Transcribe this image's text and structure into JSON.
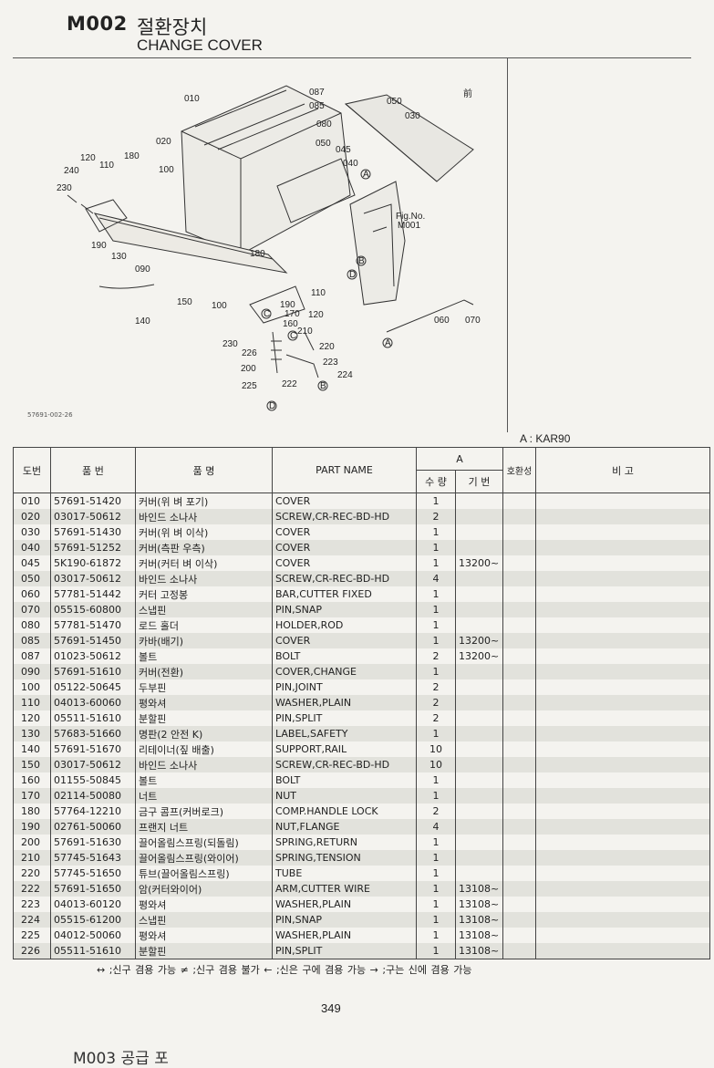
{
  "header": {
    "code": "M002",
    "title_ko": "절환장치",
    "title_en": "CHANGE COVER"
  },
  "diagram": {
    "labels": [
      "010",
      "087",
      "085",
      "080",
      "050",
      "030",
      "020",
      "045",
      "040",
      "120",
      "110",
      "180",
      "240",
      "230",
      "100",
      "190",
      "130",
      "090",
      "180",
      "150",
      "140",
      "100",
      "110",
      "190",
      "120",
      "170",
      "160",
      "210",
      "220",
      "230",
      "226",
      "200",
      "223",
      "224",
      "225",
      "222",
      "060",
      "070"
    ],
    "figref": [
      "Fig.No.",
      "M001"
    ],
    "markers": [
      "A",
      "B",
      "C",
      "D"
    ],
    "front": "前",
    "ref_code": "57691-002-26"
  },
  "model": "A : KAR90",
  "table": {
    "headers": {
      "ref": "도번",
      "part_no": "품  번",
      "name_ko": "품      명",
      "name_en": "PART  NAME",
      "group_a": "A",
      "qty": "수 량",
      "serial": "기 번",
      "compat": "호환성",
      "remarks": "비        고"
    },
    "rows": [
      {
        "ref": "010",
        "no": "57691-51420",
        "ko": "커버(위 벼 포기)",
        "en": "COVER",
        "qty": "1",
        "serial": ""
      },
      {
        "ref": "020",
        "no": "03017-50612",
        "ko": "바인드 소나사",
        "en": "SCREW,CR-REC-BD-HD",
        "qty": "2",
        "serial": ""
      },
      {
        "ref": "030",
        "no": "57691-51430",
        "ko": "커버(위 벼 이삭)",
        "en": "COVER",
        "qty": "1",
        "serial": ""
      },
      {
        "ref": "040",
        "no": "57691-51252",
        "ko": "커버(측판 우측)",
        "en": "COVER",
        "qty": "1",
        "serial": ""
      },
      {
        "ref": "045",
        "no": "5K190-61872",
        "ko": "커버(커터 벼 이삭)",
        "en": "COVER",
        "qty": "1",
        "serial": "13200~"
      },
      {
        "ref": "050",
        "no": "03017-50612",
        "ko": "바인드 소나사",
        "en": "SCREW,CR-REC-BD-HD",
        "qty": "4",
        "serial": ""
      },
      {
        "ref": "060",
        "no": "57781-51442",
        "ko": "커터 고정봉",
        "en": "BAR,CUTTER FIXED",
        "qty": "1",
        "serial": ""
      },
      {
        "ref": "070",
        "no": "05515-60800",
        "ko": "스냅핀",
        "en": "PIN,SNAP",
        "qty": "1",
        "serial": ""
      },
      {
        "ref": "080",
        "no": "57781-51470",
        "ko": "로드 홀더",
        "en": "HOLDER,ROD",
        "qty": "1",
        "serial": ""
      },
      {
        "ref": "085",
        "no": "57691-51450",
        "ko": "카바(배기)",
        "en": "COVER",
        "qty": "1",
        "serial": "13200~"
      },
      {
        "ref": "087",
        "no": "01023-50612",
        "ko": "볼트",
        "en": "BOLT",
        "qty": "2",
        "serial": "13200~"
      },
      {
        "ref": "090",
        "no": "57691-51610",
        "ko": "커버(전환)",
        "en": "COVER,CHANGE",
        "qty": "1",
        "serial": ""
      },
      {
        "ref": "100",
        "no": "05122-50645",
        "ko": "두부핀",
        "en": "PIN,JOINT",
        "qty": "2",
        "serial": ""
      },
      {
        "ref": "110",
        "no": "04013-60060",
        "ko": "평와셔",
        "en": "WASHER,PLAIN",
        "qty": "2",
        "serial": ""
      },
      {
        "ref": "120",
        "no": "05511-51610",
        "ko": "분할핀",
        "en": "PIN,SPLIT",
        "qty": "2",
        "serial": ""
      },
      {
        "ref": "130",
        "no": "57683-51660",
        "ko": "명판(2 안전 K)",
        "en": "LABEL,SAFETY",
        "qty": "1",
        "serial": ""
      },
      {
        "ref": "140",
        "no": "57691-51670",
        "ko": "리테이너(짚 배출)",
        "en": "SUPPORT,RAIL",
        "qty": "10",
        "serial": ""
      },
      {
        "ref": "150",
        "no": "03017-50612",
        "ko": "바인드 소나사",
        "en": "SCREW,CR-REC-BD-HD",
        "qty": "10",
        "serial": ""
      },
      {
        "ref": "160",
        "no": "01155-50845",
        "ko": "볼트",
        "en": "BOLT",
        "qty": "1",
        "serial": ""
      },
      {
        "ref": "170",
        "no": "02114-50080",
        "ko": "너트",
        "en": "NUT",
        "qty": "1",
        "serial": ""
      },
      {
        "ref": "180",
        "no": "57764-12210",
        "ko": "금구 콤프(커버로크)",
        "en": "COMP.HANDLE LOCK",
        "qty": "2",
        "serial": ""
      },
      {
        "ref": "190",
        "no": "02761-50060",
        "ko": "프랜지 너트",
        "en": "NUT,FLANGE",
        "qty": "4",
        "serial": ""
      },
      {
        "ref": "200",
        "no": "57691-51630",
        "ko": "끌어올림스프링(되돌림)",
        "en": "SPRING,RETURN",
        "qty": "1",
        "serial": ""
      },
      {
        "ref": "210",
        "no": "57745-51643",
        "ko": "끌어올림스프링(와이어)",
        "en": "SPRING,TENSION",
        "qty": "1",
        "serial": ""
      },
      {
        "ref": "220",
        "no": "57745-51650",
        "ko": "튜브(끌어올림스프링)",
        "en": "TUBE",
        "qty": "1",
        "serial": ""
      },
      {
        "ref": "222",
        "no": "57691-51650",
        "ko": "암(커터와이어)",
        "en": "ARM,CUTTER WIRE",
        "qty": "1",
        "serial": "13108~"
      },
      {
        "ref": "223",
        "no": "04013-60120",
        "ko": "평와셔",
        "en": "WASHER,PLAIN",
        "qty": "1",
        "serial": "13108~"
      },
      {
        "ref": "224",
        "no": "05515-61200",
        "ko": "스냅핀",
        "en": "PIN,SNAP",
        "qty": "1",
        "serial": "13108~"
      },
      {
        "ref": "225",
        "no": "04012-50060",
        "ko": "평와셔",
        "en": "WASHER,PLAIN",
        "qty": "1",
        "serial": "13108~"
      },
      {
        "ref": "226",
        "no": "05511-51610",
        "ko": "분할핀",
        "en": "PIN,SPLIT",
        "qty": "1",
        "serial": "13108~"
      }
    ]
  },
  "legend": "↔ ;신구 겸용 가능    ≠ ;신구 겸용 불가    ← ;신은 구에 겸용 가능    → ;구는 신에 겸용 가능",
  "page_number": "349",
  "footer_text": "M003   공급 포"
}
